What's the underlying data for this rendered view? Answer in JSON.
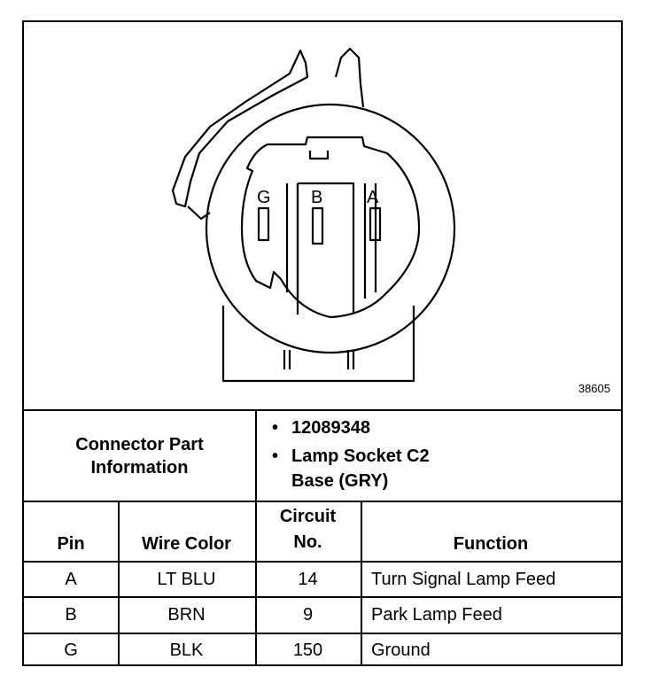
{
  "diagram": {
    "figure_number": "38605",
    "pins": [
      "G",
      "B",
      "A"
    ]
  },
  "info": {
    "label": "Connector Part Information",
    "items": [
      "12089348",
      "Lamp Socket C2",
      "Base (GRY)"
    ]
  },
  "table": {
    "headers": {
      "pin": "Pin",
      "wire_color": "Wire Color",
      "circuit_1": "Circuit",
      "circuit_2": "No.",
      "function": "Function"
    },
    "rows": [
      {
        "pin": "A",
        "wire_color": "LT BLU",
        "circuit": "14",
        "function": "Turn Signal Lamp Feed"
      },
      {
        "pin": "B",
        "wire_color": "BRN",
        "circuit": "9",
        "function": "Park Lamp Feed"
      },
      {
        "pin": "G",
        "wire_color": "BLK",
        "circuit": "150",
        "function": "Ground"
      }
    ]
  }
}
